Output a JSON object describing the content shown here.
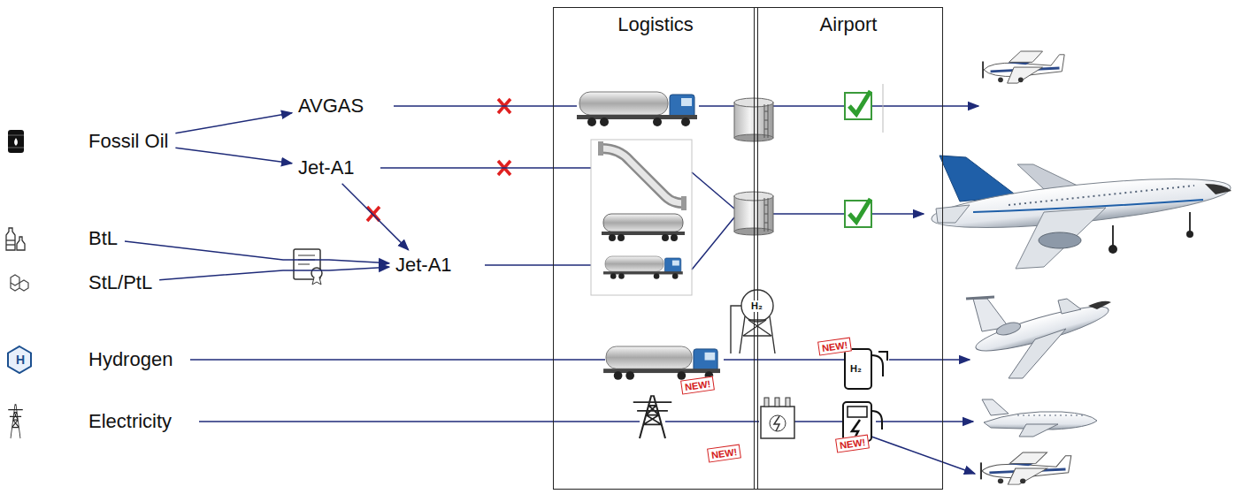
{
  "diagram": {
    "nodes": [
      {
        "text": [
          "Logistics"
        ]
      },
      {
        "text": [
          "Airport"
        ]
      },
      {
        "text": [
          "Fossil Oil"
        ]
      },
      {
        "text": [
          "AVGAS"
        ]
      },
      {
        "text": [
          "Jet-A1"
        ]
      },
      {
        "text": [
          "BtL"
        ]
      },
      {
        "text": [
          "StL/PtL"
        ]
      },
      {
        "text": [
          "Jet-A1"
        ]
      },
      {
        "text": [
          "Hydrogen"
        ]
      },
      {
        "text": [
          "Electricity"
        ]
      }
    ],
    "edges": [
      {
        "from": 2,
        "to": 3,
        "arrow": "to"
      },
      {
        "from": 2,
        "to": 4,
        "arrow": "to"
      },
      {
        "from": 4,
        "to": 7,
        "arrow": "to"
      },
      {
        "from": 5,
        "to": 7,
        "arrow": "to"
      },
      {
        "from": 6,
        "to": 7,
        "arrow": "to"
      }
    ],
    "labels": [
      "H",
      "H₂",
      "H₂",
      "NEW!",
      "NEW!",
      "NEW!",
      "NEW!"
    ]
  }
}
